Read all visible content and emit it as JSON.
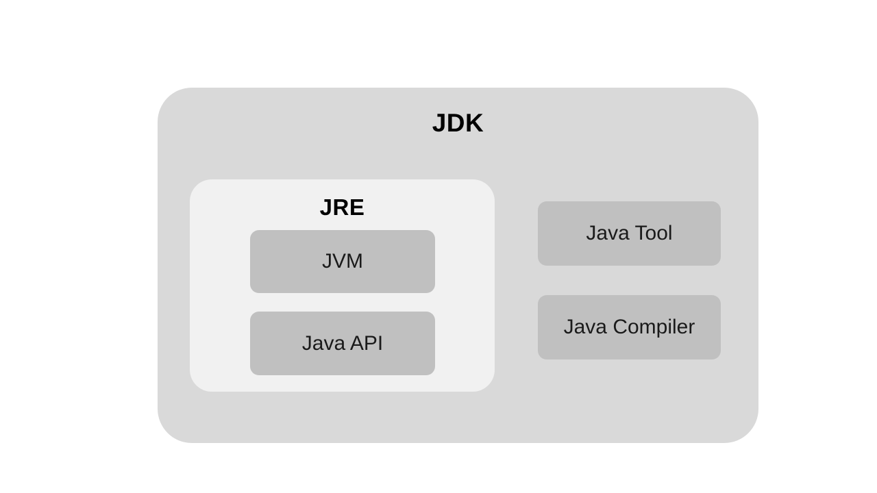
{
  "diagram": {
    "title": "JDK",
    "background_color": "#ffffff",
    "outer": {
      "label": "JDK",
      "fill": "#d9d9d9"
    },
    "inner": {
      "label": "JRE",
      "fill": "#f1f1f1"
    },
    "component_fill": "#c0c0c0",
    "jre_components": [
      {
        "label": "JVM"
      },
      {
        "label": "Java API"
      }
    ],
    "jdk_components": [
      {
        "label": "Java Tool"
      },
      {
        "label": "Java Compiler"
      }
    ]
  }
}
